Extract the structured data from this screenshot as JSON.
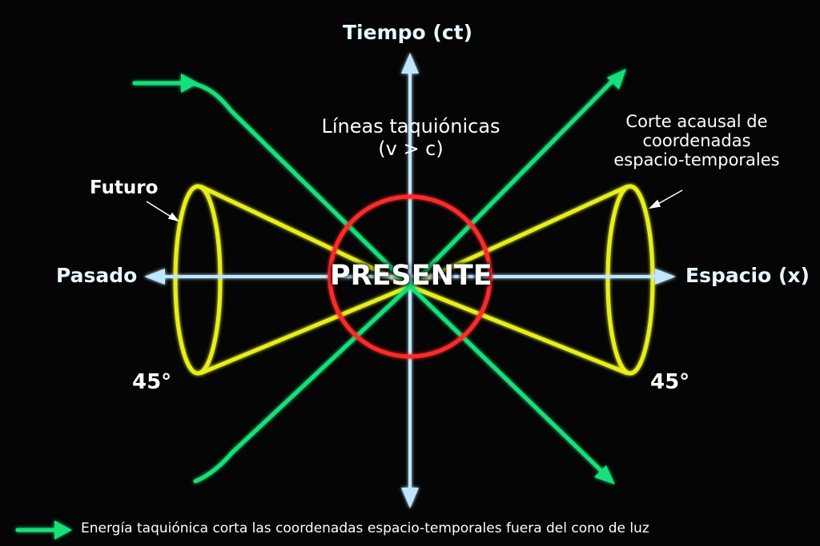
{
  "axes": {
    "time_label": "Tiempo (ct)",
    "space_label": "Espacio (x)",
    "past_label": "Pasado"
  },
  "labels": {
    "tachyonic_line1": "Líneas taquiónicas",
    "tachyonic_line2": "(v > c)",
    "acausal_line1": "Corte acausal de",
    "acausal_line2": "coordenadas",
    "acausal_line3": "espacio-temporales",
    "future": "Futuro",
    "present": "PRESENTE",
    "angle_left": "45°",
    "angle_right": "45°"
  },
  "legend": {
    "text": "Energía taquiónica corta las coordenadas espacio-temporales fuera del cono de luz"
  },
  "colors": {
    "background": "#050505",
    "axis": "#bfe6ff",
    "tachyon": "#18e07a",
    "cone": "#e6ef1e",
    "present_circle": "#ff2a2a"
  }
}
